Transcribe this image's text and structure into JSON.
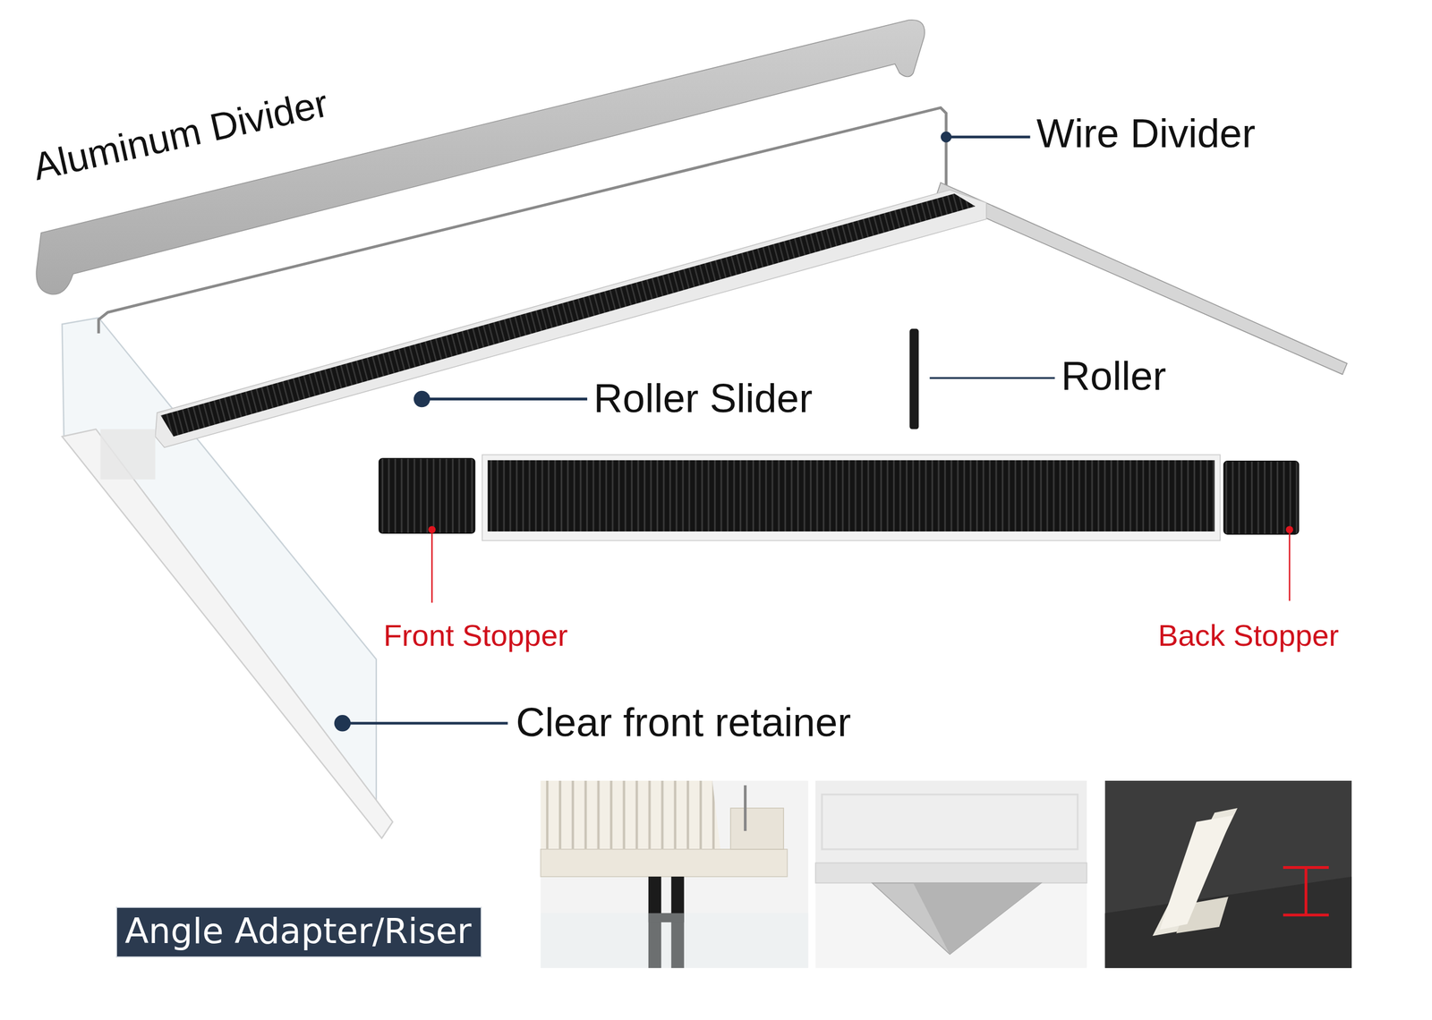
{
  "diagram": {
    "nodes": [
      {
        "text": [
          "Angle Adapter/Riser"
        ]
      }
    ],
    "labels": [
      "Aluminum Divider",
      "Wire Divider",
      "Roller Slider",
      "Roller",
      "Front Stopper",
      "Back Stopper",
      "Clear front retainer"
    ]
  }
}
